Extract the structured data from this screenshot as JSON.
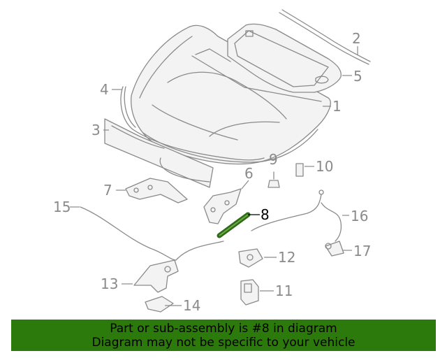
{
  "callouts": [
    {
      "id": "1",
      "label": "1",
      "highlighted": false
    },
    {
      "id": "2",
      "label": "2",
      "highlighted": false
    },
    {
      "id": "3",
      "label": "3",
      "highlighted": false
    },
    {
      "id": "4",
      "label": "4",
      "highlighted": false
    },
    {
      "id": "5",
      "label": "5",
      "highlighted": false
    },
    {
      "id": "6",
      "label": "6",
      "highlighted": false
    },
    {
      "id": "7",
      "label": "7",
      "highlighted": false
    },
    {
      "id": "8",
      "label": "8",
      "highlighted": true
    },
    {
      "id": "9",
      "label": "9",
      "highlighted": false
    },
    {
      "id": "10",
      "label": "10",
      "highlighted": false
    },
    {
      "id": "11",
      "label": "11",
      "highlighted": false
    },
    {
      "id": "12",
      "label": "12",
      "highlighted": false
    },
    {
      "id": "13",
      "label": "13",
      "highlighted": false
    },
    {
      "id": "14",
      "label": "14",
      "highlighted": false
    },
    {
      "id": "15",
      "label": "15",
      "highlighted": false
    },
    {
      "id": "16",
      "label": "16",
      "highlighted": false
    },
    {
      "id": "17",
      "label": "17",
      "highlighted": false
    }
  ],
  "banner": {
    "line1": "Part or sub-assembly is #8 in diagram",
    "line2": "Diagram may not be specific to your vehicle"
  },
  "colors": {
    "banner_bg": "#2d7a0c",
    "line_art": "#8a8a8a",
    "highlight_part": "#2e6b1a"
  }
}
